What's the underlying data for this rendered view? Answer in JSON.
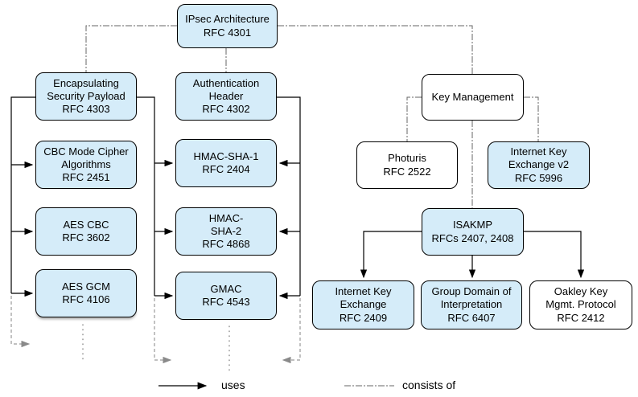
{
  "colors": {
    "node_fill_blue": "#d5ecf9",
    "node_fill_white": "#ffffff",
    "node_border": "#000000",
    "uses_line": "#000000",
    "consists_of_line": "#666666",
    "continuation_line": "#999999"
  },
  "nodes": {
    "ipsec": {
      "text": "IPsec Architecture\nRFC 4301",
      "fill": "blue"
    },
    "esp": {
      "text": "Encapsulating\nSecurity Payload\nRFC 4303",
      "fill": "blue"
    },
    "cbc": {
      "text": "CBC Mode Cipher\nAlgorithms\nRFC 2451",
      "fill": "blue"
    },
    "aescbc": {
      "text": "AES CBC\nRFC 3602",
      "fill": "blue"
    },
    "aesgcm": {
      "text": "AES GCM\nRFC 4106",
      "fill": "blue"
    },
    "ah": {
      "text": "Authentication\nHeader\nRFC 4302",
      "fill": "blue"
    },
    "hmacsha1": {
      "text": "HMAC-SHA-1\nRFC 2404",
      "fill": "blue"
    },
    "hmacsha2": {
      "text": "HMAC-\nSHA-2\nRFC 4868",
      "fill": "blue"
    },
    "gmac": {
      "text": "GMAC\nRFC 4543",
      "fill": "blue"
    },
    "keymgmt": {
      "text": "Key Management",
      "fill": "white"
    },
    "photuris": {
      "text": "Photuris\nRFC 2522",
      "fill": "white"
    },
    "ikev2": {
      "text": "Internet Key\nExchange v2\nRFC 5996",
      "fill": "blue"
    },
    "isakmp": {
      "text": "ISAKMP\nRFCs 2407, 2408",
      "fill": "blue"
    },
    "ike": {
      "text": "Internet Key\nExchange\nRFC 2409",
      "fill": "blue"
    },
    "gdoi": {
      "text": "Group Domain of\nInterpretation\nRFC 6407",
      "fill": "blue"
    },
    "oakley": {
      "text": "Oakley Key\nMgmt. Protocol\nRFC 2412",
      "fill": "white"
    }
  },
  "edges": [
    {
      "from": "ipsec",
      "to": "esp",
      "type": "consists_of"
    },
    {
      "from": "ipsec",
      "to": "ah",
      "type": "consists_of"
    },
    {
      "from": "ipsec",
      "to": "keymgmt",
      "type": "consists_of"
    },
    {
      "from": "keymgmt",
      "to": "photuris",
      "type": "consists_of"
    },
    {
      "from": "keymgmt",
      "to": "ikev2",
      "type": "consists_of"
    },
    {
      "from": "keymgmt",
      "to": "isakmp",
      "type": "consists_of"
    },
    {
      "from": "esp",
      "to": "cbc",
      "type": "uses"
    },
    {
      "from": "esp",
      "to": "aescbc",
      "type": "uses"
    },
    {
      "from": "esp",
      "to": "aesgcm",
      "type": "uses"
    },
    {
      "from": "esp",
      "to": "hmacsha1",
      "type": "uses"
    },
    {
      "from": "esp",
      "to": "hmacsha2",
      "type": "uses"
    },
    {
      "from": "esp",
      "to": "gmac",
      "type": "uses"
    },
    {
      "from": "ah",
      "to": "hmacsha1",
      "type": "uses"
    },
    {
      "from": "ah",
      "to": "hmacsha2",
      "type": "uses"
    },
    {
      "from": "ah",
      "to": "gmac",
      "type": "uses"
    },
    {
      "from": "isakmp",
      "to": "ike",
      "type": "uses"
    },
    {
      "from": "isakmp",
      "to": "gdoi",
      "type": "uses"
    },
    {
      "from": "isakmp",
      "to": "oakley",
      "type": "uses"
    }
  ],
  "legend": {
    "uses_label": "uses",
    "consists_of_label": "consists of"
  }
}
